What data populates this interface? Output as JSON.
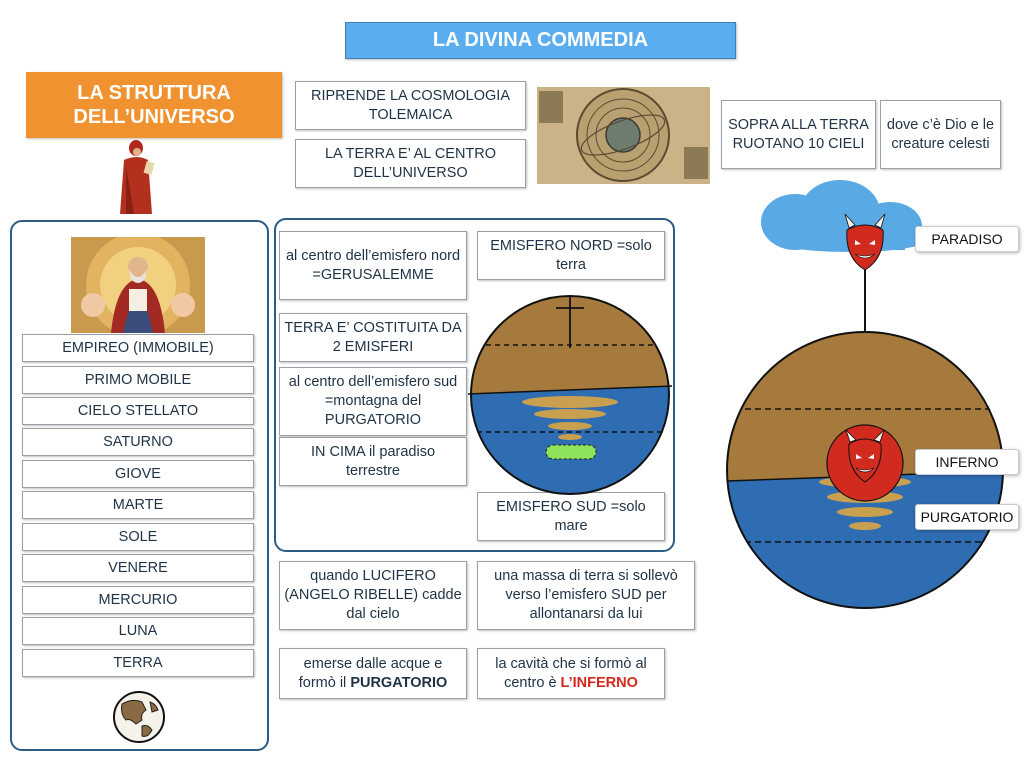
{
  "header": {
    "title": "LA DIVINA COMMEDIA"
  },
  "section": {
    "title_line1": "LA STRUTTURA",
    "title_line2": "DELL’UNIVERSO"
  },
  "top_boxes": {
    "cosmology": "RIPRENDE LA COSMOLOGIA TOLEMAICA",
    "earth_center": "LA TERRA E’ AL CENTRO DELL’UNIVERSO",
    "ten_heavens": "SOPRA ALLA TERRA RUOTANO 10 CIELI",
    "god": "dove c’è Dio e le creature celesti"
  },
  "heavens": [
    "EMPIREO (IMMOBILE)",
    "PRIMO MOBILE",
    "CIELO STELLATO",
    "SATURNO",
    "GIOVE",
    "MARTE",
    "SOLE",
    "VENERE",
    "MERCURIO",
    "LUNA",
    "TERRA"
  ],
  "hemispheres": {
    "north_center": "al centro dell’emisfero nord =GERUSALEMME",
    "north": "EMISFERO NORD =solo terra",
    "two_hemispheres": "TERRA E’ COSTITUITA DA 2 EMISFERI",
    "south_center": "al centro dell’emisfero sud =montagna del PURGATORIO",
    "paradise_top": "IN CIMA il paradiso terrestre",
    "south": "EMISFERO SUD =solo mare"
  },
  "lucifer": {
    "fall": "quando LUCIFERO (ANGELO RIBELLE) cadde dal cielo",
    "land_mass": "una massa di terra si sollevò verso l’emisfero SUD per allontanarsi da lui",
    "emerged_prefix": "emerse dalle acque e formò il ",
    "emerged_bold": "PURGATORIO",
    "cavity_prefix": "la cavità che si formò al centro è ",
    "cavity_red": "L’INFERNO"
  },
  "labels": {
    "paradiso": "PARADISO",
    "inferno": "INFERNO",
    "purgatorio": "PURGATORIO"
  },
  "colors": {
    "title_bar": "#5aaef0",
    "section": "#f0922f",
    "earth": "#a67a3c",
    "sea": "#2e6fb5",
    "cloud": "#59a9e4",
    "devil": "#d12a1e",
    "panel_border": "#2c5b85"
  },
  "icons": [
    "globe-icon",
    "cloud-icon",
    "devil-icon",
    "cross-icon"
  ]
}
